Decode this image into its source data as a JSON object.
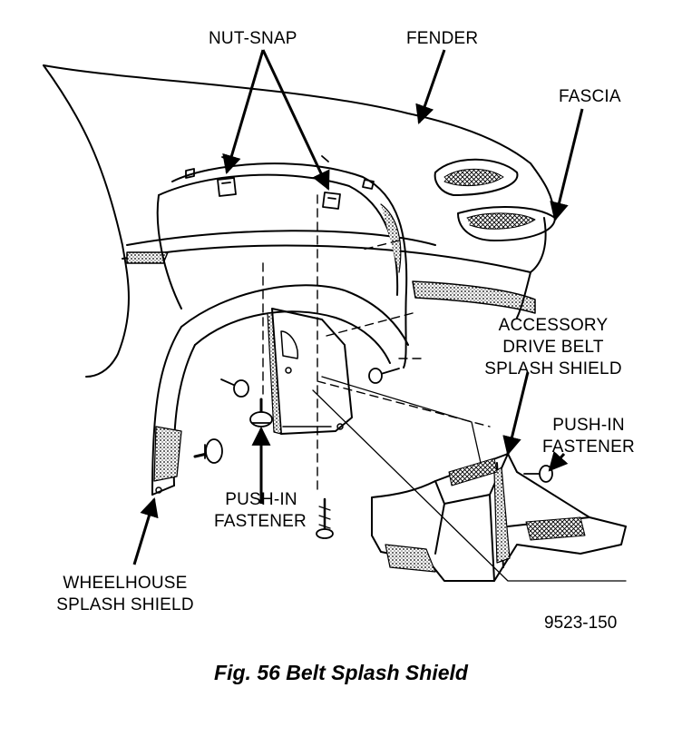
{
  "labels": {
    "nut_snap": "NUT-SNAP",
    "fender": "FENDER",
    "fascia": "FASCIA",
    "accessory_line1": "ACCESSORY",
    "accessory_line2": "DRIVE BELT",
    "accessory_line3": "SPLASH SHIELD",
    "pushin_right_line1": "PUSH-IN",
    "pushin_right_line2": "FASTENER",
    "pushin_center_line1": "PUSH-IN",
    "pushin_center_line2": "FASTENER",
    "wheelhouse_line1": "WHEELHOUSE",
    "wheelhouse_line2": "SPLASH SHIELD"
  },
  "figure_number": "9523-150",
  "caption": "Fig. 56 Belt Splash Shield"
}
